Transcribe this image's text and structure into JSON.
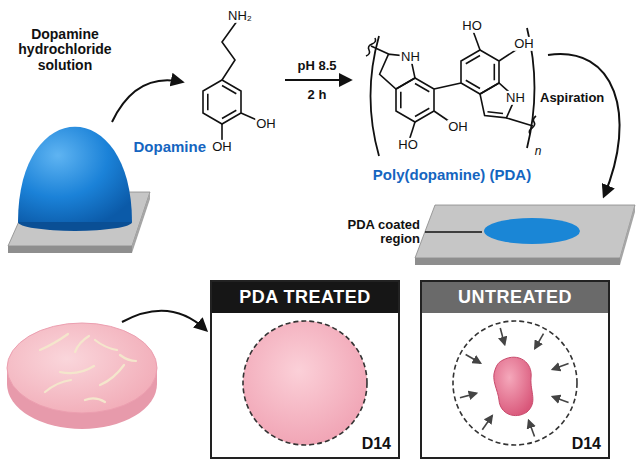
{
  "diagram": {
    "nodes": [
      {
        "text": [
          "PDA TREATED",
          "D14"
        ]
      },
      {
        "text": [
          "UNTREATED",
          "D14"
        ]
      }
    ],
    "labels": [
      "Dopamine hydrochloride solution",
      "NH₂",
      "OH",
      "OH",
      "Dopamine",
      "pH 8.5",
      "2 h",
      "NH",
      "HO",
      "OH",
      "HO",
      "OH",
      "NH",
      "n",
      "Poly(dopamine) (PDA)",
      "Aspiration",
      "PDA coated region"
    ]
  }
}
